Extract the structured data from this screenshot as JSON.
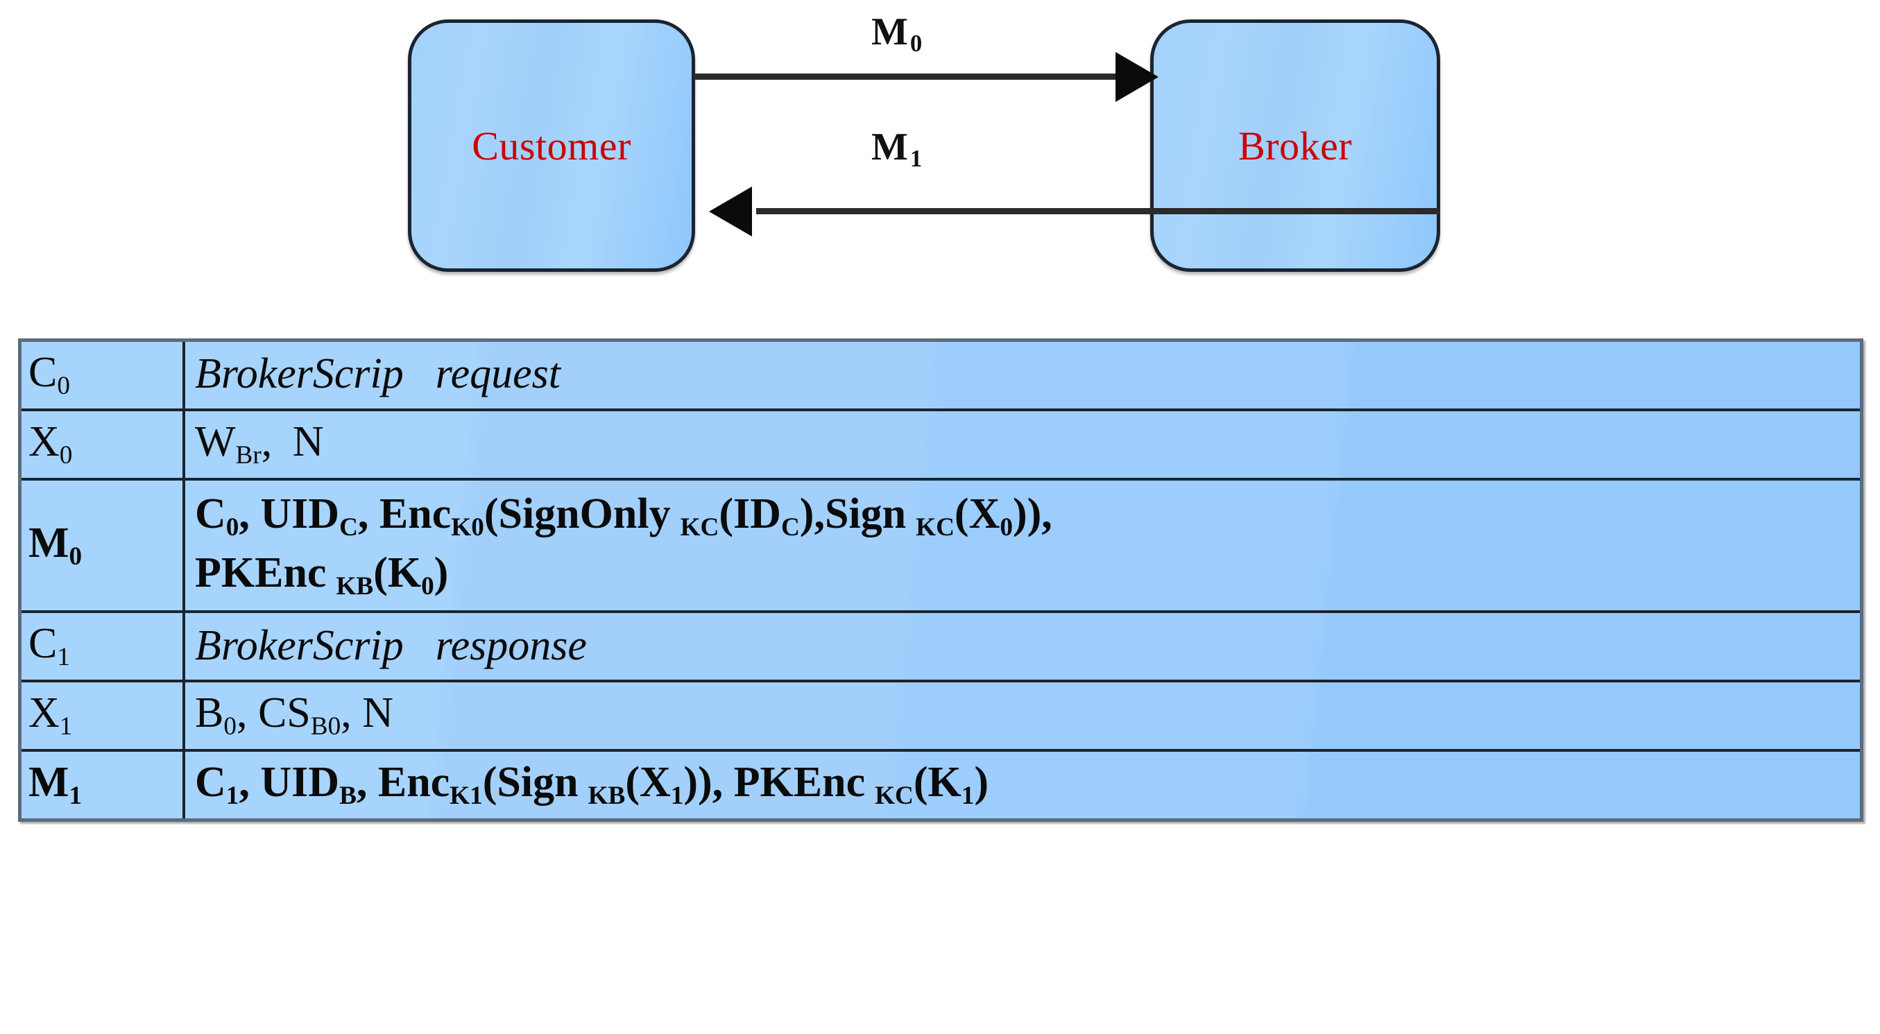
{
  "diagram": {
    "parties": [
      {
        "id": "customer",
        "label": "Customer"
      },
      {
        "id": "broker",
        "label": "Broker"
      }
    ],
    "messages": [
      {
        "id": "m0",
        "label": "M",
        "sub": "0",
        "direction": "customer-to-broker"
      },
      {
        "id": "m1",
        "label": "M",
        "sub": "1",
        "direction": "broker-to-customer"
      }
    ],
    "colors": {
      "box_fill_light": "#a9d6fc",
      "box_fill_dark": "#8ec7fb",
      "box_border": "#1b2430",
      "party_text": "#cc0000",
      "arrow": "#2b2b2b"
    }
  },
  "table": {
    "colors": {
      "row_fill_light": "#a7d4fc",
      "row_fill_dark": "#95c9fc",
      "grid_line": "#1b2430",
      "outer_border": "#5b6c7d"
    },
    "rows": [
      {
        "key_base": "C",
        "key_sub": "0",
        "key_bold": false,
        "value_style": "italic",
        "value_bold": false,
        "value_html": "BrokerScrip<span class=\"sp\"></span>request",
        "value_text": "BrokerScrip    request"
      },
      {
        "key_base": "X",
        "key_sub": "0",
        "key_bold": false,
        "value_style": "roman",
        "value_bold": false,
        "value_html": "W<sub>Br</sub>,<span class=\"sp-sm\"></span> N",
        "value_text": "W_Br, N"
      },
      {
        "key_base": "M",
        "key_sub": "0",
        "key_bold": true,
        "value_style": "roman",
        "value_bold": true,
        "value_html": "C<sub>0</sub>, UID<sub>C</sub>, Enc<sub>K0</sub>(SignOnly<span class=\"sp-sm\"></span><sub>KC</sub>(ID<sub>C</sub>),Sign<span class=\"sp-sm\"></span><sub>KC</sub>(X<sub>0</sub>)),<br>PKEnc<span class=\"sp-sm\"></span><sub>KB</sub>(K<sub>0</sub>)",
        "value_text": "C0, UID_C, Enc_K0(SignOnly _KC(ID_C),Sign _KC(X_0)), PKEnc _KB(K_0)",
        "tall": true
      },
      {
        "key_base": "C",
        "key_sub": "1",
        "key_bold": false,
        "value_style": "italic",
        "value_bold": false,
        "value_html": "BrokerScrip<span class=\"sp\"></span>response",
        "value_text": "BrokerScrip    response"
      },
      {
        "key_base": "X",
        "key_sub": "1",
        "key_bold": false,
        "value_style": "roman",
        "value_bold": false,
        "value_html": "B<sub>0</sub>, CS<sub>B0</sub>, N",
        "value_text": "B_0, CS_B0, N"
      },
      {
        "key_base": "M",
        "key_sub": "1",
        "key_bold": true,
        "value_style": "roman",
        "value_bold": true,
        "value_html": "C<sub>1</sub>, UID<sub>B</sub>, Enc<sub>K1</sub>(Sign<span class=\"sp-sm\"></span><sub>KB</sub>(X<sub>1</sub>)), PKEnc<span class=\"sp-sm\"></span><sub>KC</sub>(K<sub>1</sub>)",
        "value_text": "C_1, UID_B, Enc_K1(Sign _KB(X_1)), PKEnc _KC(K_1)"
      }
    ]
  }
}
